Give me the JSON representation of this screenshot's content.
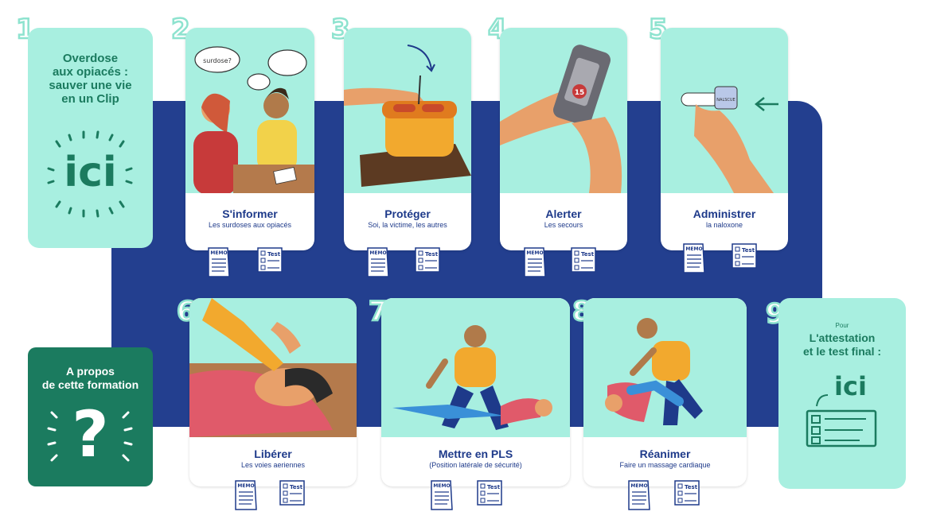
{
  "intro": {
    "number": "1",
    "title_lines": [
      "Overdose",
      "aux opiacés :",
      "sauver une vie",
      "en un Clip"
    ],
    "link_label": "ici"
  },
  "about": {
    "title_lines": [
      "A propos",
      "de cette formation"
    ],
    "symbol": "?"
  },
  "final": {
    "number": "9",
    "small_label": "Pour",
    "title_lines": [
      "L'attestation",
      "et le test final :"
    ],
    "link_label": "ici"
  },
  "steps": [
    {
      "number": "2",
      "title": "S'informer",
      "subtitle": "Les surdoses aux opiacés",
      "bubble": "surdose?"
    },
    {
      "number": "3",
      "title": "Protéger",
      "subtitle": "Soi, la victime, les autres"
    },
    {
      "number": "4",
      "title": "Alerter",
      "subtitle": "Les secours",
      "phone_badge": "15"
    },
    {
      "number": "5",
      "title": "Administrer",
      "subtitle": "la naloxone",
      "spray_label": "NALSCUE"
    },
    {
      "number": "6",
      "title": "Libérer",
      "subtitle": "Les voies aeriennes"
    },
    {
      "number": "7",
      "title": "Mettre en PLS",
      "subtitle": "(Position latérale de sécurité)"
    },
    {
      "number": "8",
      "title": "Réanimer",
      "subtitle": "Faire un massage cardiaque"
    }
  ],
  "buttons": {
    "memo_label": "MEMO",
    "test_label": "Test"
  },
  "colors": {
    "mint": "#a8efe0",
    "navy_band": "#233f8f",
    "dark_green": "#1b7b5f",
    "text_navy": "#1e3a8a"
  }
}
